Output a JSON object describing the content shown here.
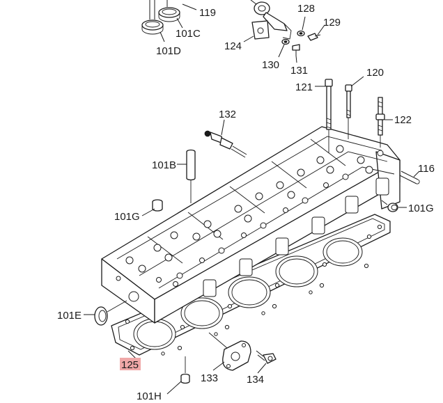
{
  "labels": {
    "l119": "119",
    "l128": "128",
    "l129": "129",
    "l101C": "101C",
    "l101D": "101D",
    "l124": "124",
    "l130": "130",
    "l131": "131",
    "l120": "120",
    "l121": "121",
    "l132": "132",
    "l122": "122",
    "l101B": "101B",
    "l116": "116",
    "l101G_left": "101G",
    "l101G_right": "101G",
    "l101E": "101E",
    "l125": "125",
    "l133": "133",
    "l134": "134",
    "l101H": "101H"
  },
  "highlight": {
    "label": "125",
    "color": "#f0a8a8"
  }
}
